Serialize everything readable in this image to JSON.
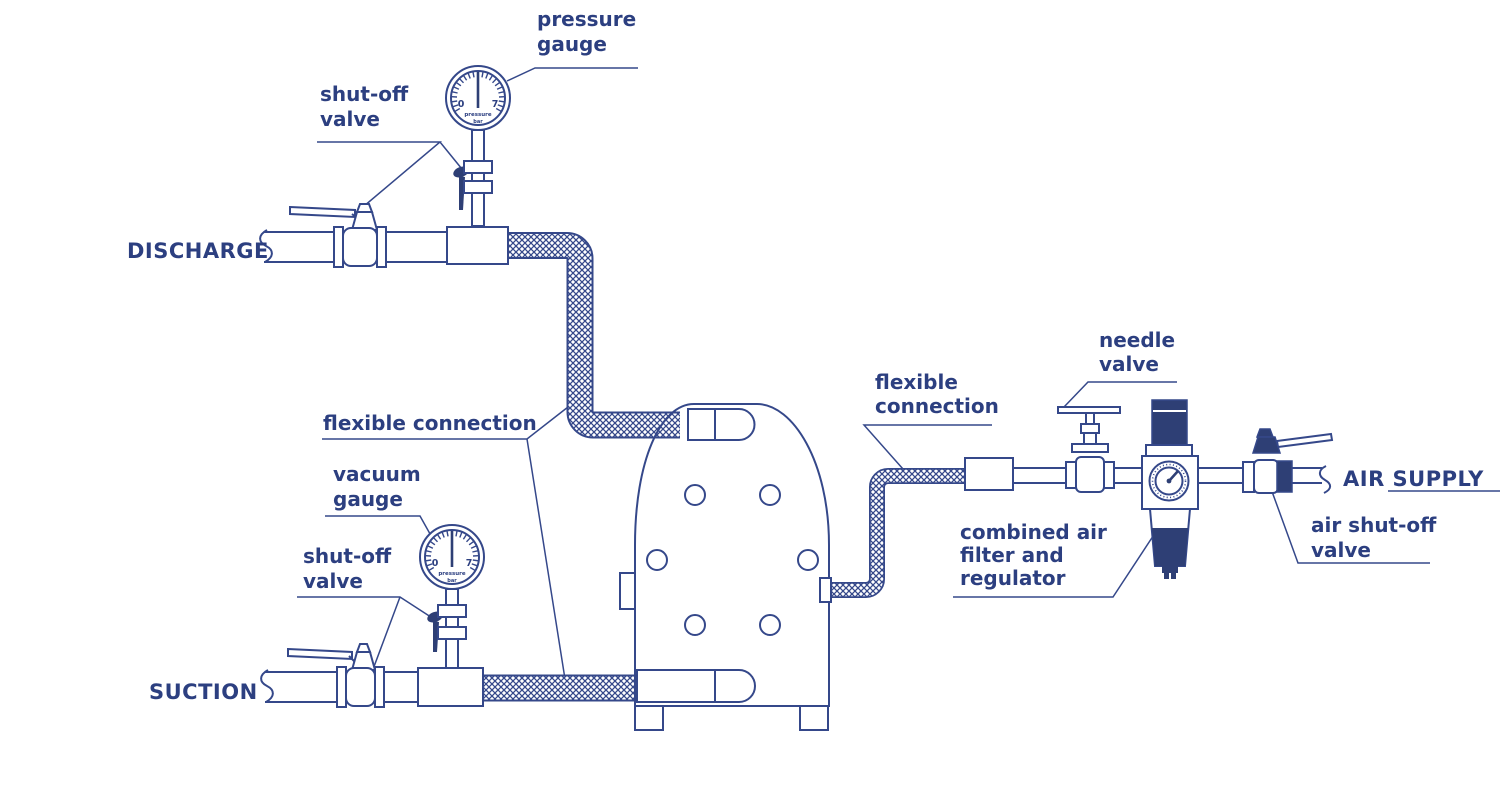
{
  "colors": {
    "line": "#35488a",
    "text": "#2c3f80",
    "dark": "#2e3f75",
    "background": "#ffffff"
  },
  "labels": {
    "pressure_gauge": {
      "line1": "pressure",
      "line2": "gauge"
    },
    "shut_off_valve_discharge": {
      "line1": "shut-off",
      "line2": "valve"
    },
    "discharge": "DISCHARGE",
    "flexible_connection_left": "flexible connection",
    "vacuum_gauge": {
      "line1": "vacuum",
      "line2": "gauge"
    },
    "shut_off_valve_suction": {
      "line1": "shut-off",
      "line2": "valve"
    },
    "suction": "SUCTION",
    "flexible_connection_right": {
      "line1": "flexible",
      "line2": "connection"
    },
    "needle_valve": {
      "line1": "needle",
      "line2": "valve"
    },
    "combined_filter_regulator": {
      "line1": "combined air",
      "line2": "filter and",
      "line3": "regulator"
    },
    "air_supply": "AIR SUPPLY",
    "air_shut_off_valve": {
      "line1": "air shut-off",
      "line2": "valve"
    }
  },
  "gauges": {
    "dial_min": "0",
    "dial_max": "7",
    "dial_text_top": "pressure",
    "dial_text_bottom": "bar"
  }
}
